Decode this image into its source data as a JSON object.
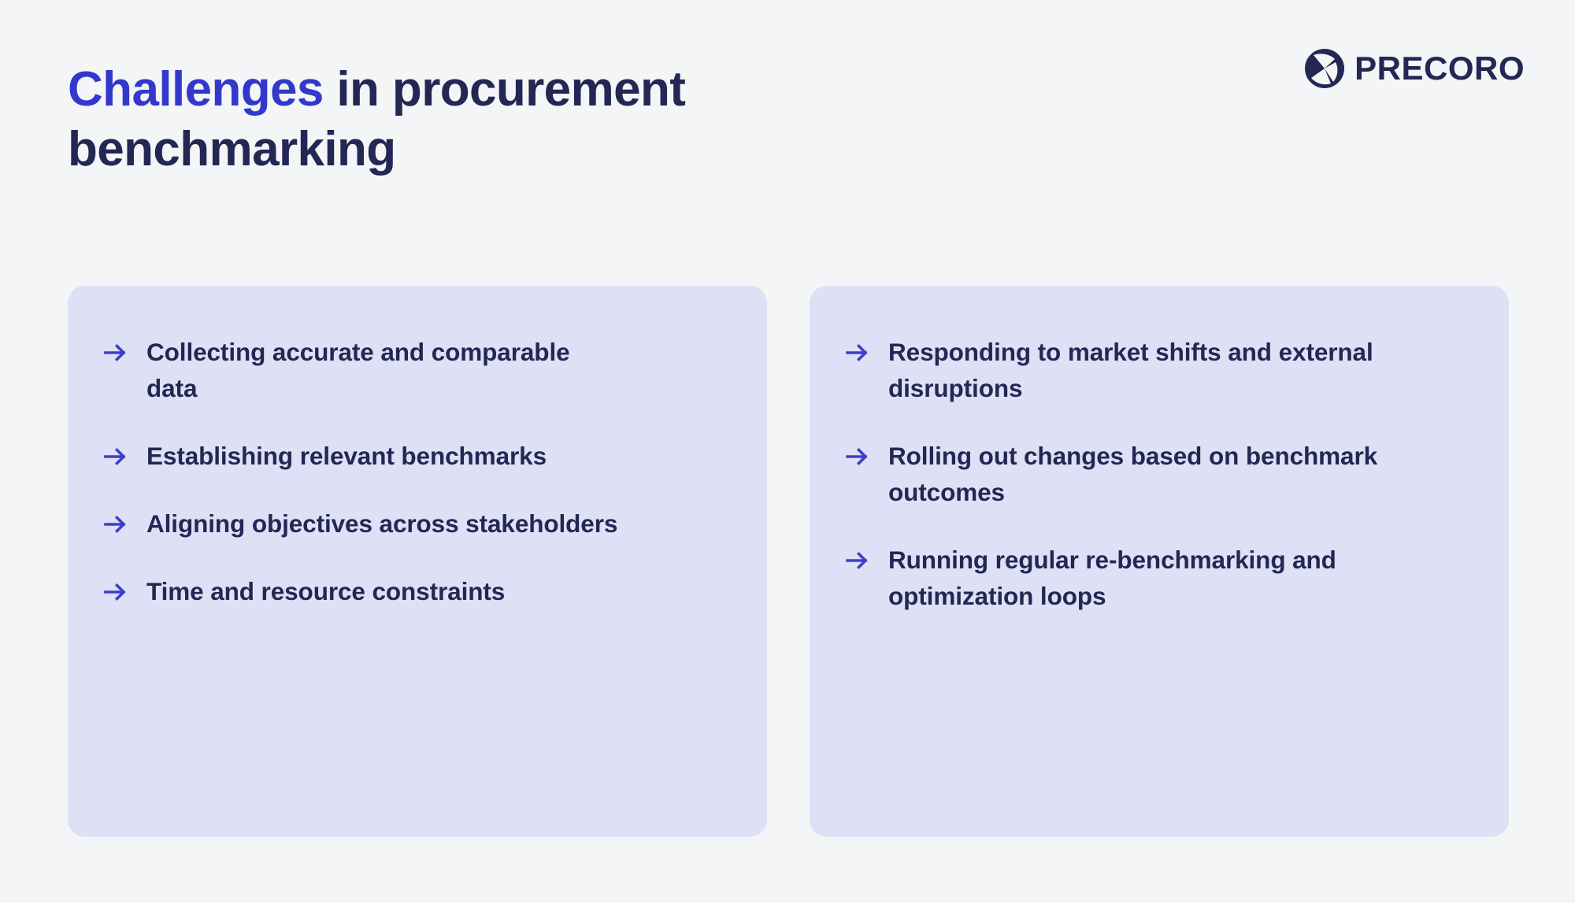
{
  "page": {
    "background_color": "#f4f5f7"
  },
  "header": {
    "title_accent": "Challenges",
    "title_rest": " in procurement benchmarking",
    "title_full": "Challenges in procurement benchmarking",
    "accent_color": "#3338cc",
    "title_color": "#232753"
  },
  "logo": {
    "name": "PRECORO",
    "mark_icon": "precoro-pinwheel-icon",
    "mark_color": "#232753",
    "text_color": "#232753"
  },
  "cards": [
    {
      "id": "left",
      "background_color": "#dee0f5",
      "items": [
        {
          "icon": "arrow-right-icon",
          "text": "Collecting accurate and comparable data"
        },
        {
          "icon": "arrow-right-icon",
          "text": "Establishing relevant benchmarks"
        },
        {
          "icon": "arrow-right-icon",
          "text": "Aligning objectives across stakeholders"
        },
        {
          "icon": "arrow-right-icon",
          "text": "Time and resource constraints"
        }
      ]
    },
    {
      "id": "right",
      "background_color": "#dee0f5",
      "items": [
        {
          "icon": "arrow-right-icon",
          "text": "Responding to market shifts and external disruptions"
        },
        {
          "icon": "arrow-right-icon",
          "text": "Rolling out changes based on benchmark outcomes"
        },
        {
          "icon": "arrow-right-icon",
          "text": "Running regular re-benchmarking and optimization loops"
        }
      ]
    }
  ],
  "colors": {
    "accent_blue": "#3338cc",
    "navy": "#232753",
    "card_bg": "#dee0f5",
    "page_bg": "#f4f5f7",
    "arrow_blue": "#3a40cc"
  }
}
